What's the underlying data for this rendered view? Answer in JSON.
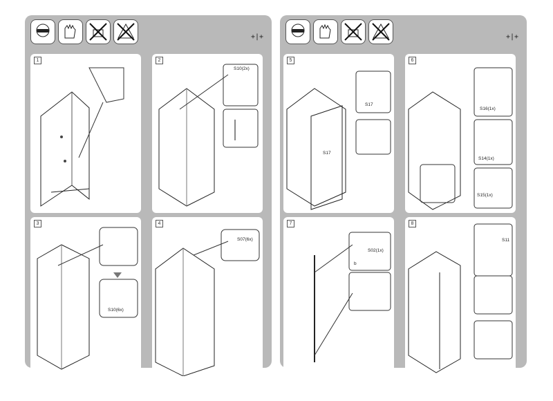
{
  "header": {
    "mark": "+|+"
  },
  "icons": [
    "goggles-icon",
    "gloves-icon",
    "no-drilling-icon",
    "no-ladder-icon"
  ],
  "panels": [
    {
      "num": "1",
      "labels": []
    },
    {
      "num": "2",
      "labels": [
        "S10(2x)"
      ]
    },
    {
      "num": "3",
      "labels": [
        "S10(6x)"
      ]
    },
    {
      "num": "4",
      "labels": [
        "S07(6x)"
      ]
    },
    {
      "num": "5",
      "labels": [
        "S17",
        "S17"
      ]
    },
    {
      "num": "6",
      "labels": [
        "S16(1x)",
        "S14(1x)",
        "S15(1x)"
      ]
    },
    {
      "num": "7",
      "labels": [
        "S02(1x)",
        "b"
      ]
    },
    {
      "num": "8",
      "labels": [
        "S11"
      ]
    }
  ]
}
